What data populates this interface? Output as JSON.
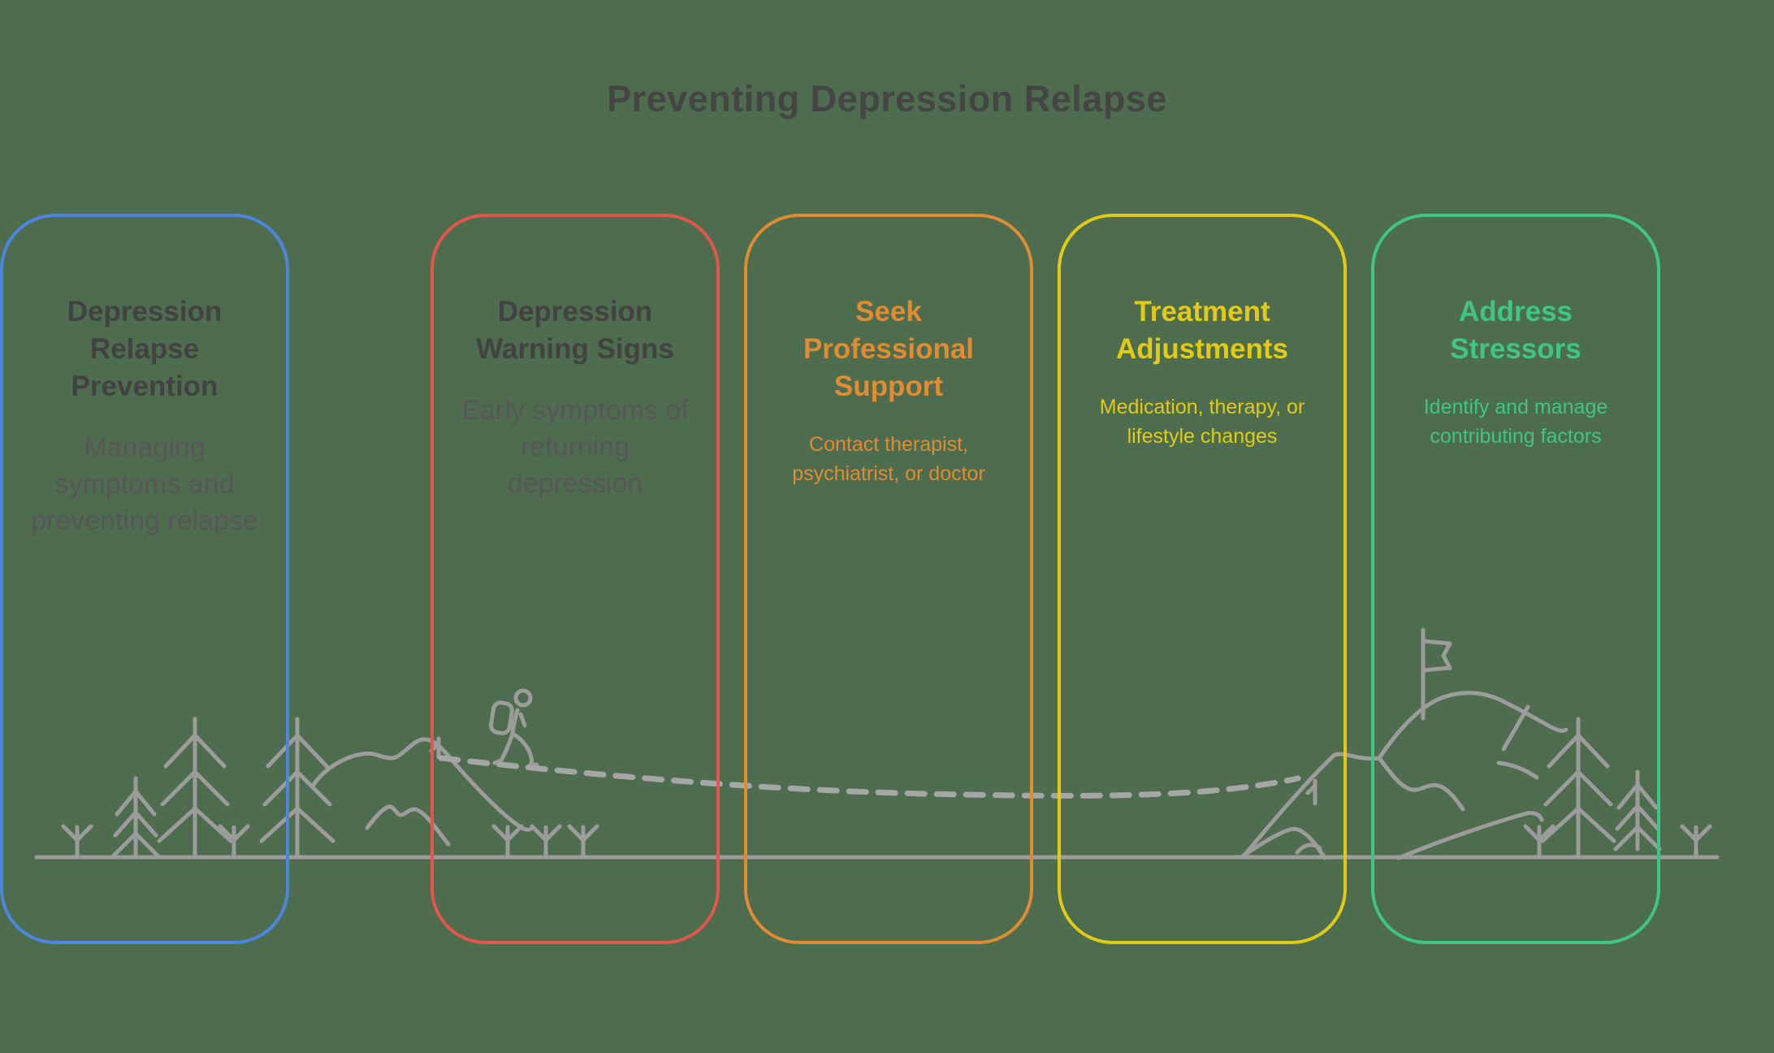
{
  "title": "Preventing Depression Relapse",
  "colors": {
    "background": "#4e6c4e",
    "heading": "#454545",
    "line_gray": "#9c9c9c",
    "trail_gray": "#a6a6a6"
  },
  "cards": [
    {
      "title": "Depression Warning Signs",
      "subtitle": "Early symptoms of returning depression",
      "border_color": "#e4564b",
      "title_color": "#424242",
      "subtitle_color": "#575757"
    },
    {
      "title": "Seek Professional Support",
      "subtitle": "Contact therapist, psychiatrist, or doctor",
      "border_color": "#df8c33",
      "title_color": "#df8c33",
      "subtitle_color": "#df8c33"
    },
    {
      "title": "Treatment Adjustments",
      "subtitle": "Medication, therapy, or lifestyle changes",
      "border_color": "#e2cb16",
      "title_color": "#e2cb16",
      "subtitle_color": "#e2cb16"
    },
    {
      "title": "Address Stressors",
      "subtitle": "Identify and manage contributing factors",
      "border_color": "#3fc585",
      "title_color": "#3fc585",
      "subtitle_color": "#3fc585"
    },
    {
      "title": "Depression Relapse Prevention",
      "subtitle": "Managing symptoms and preventing relapse",
      "border_color": "#4d86e0",
      "title_color": "#424242",
      "subtitle_color": "#575757"
    }
  ],
  "illustration": {
    "elements": [
      "pine-tree-icon",
      "bush-icon",
      "hill-icon",
      "mountain-icon",
      "summit-flag-icon",
      "hiker-icon",
      "trail-marker-icon",
      "dashed-trail-icon",
      "ground-line"
    ]
  }
}
